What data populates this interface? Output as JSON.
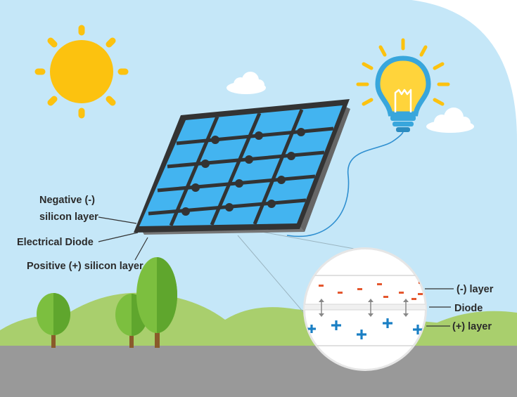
{
  "labels": {
    "negative_line1": "Negative (-)",
    "negative_line2": "silicon layer",
    "diode": "Electrical Diode",
    "positive": "Positive (+) silicon layer"
  },
  "callout": {
    "negative_layer": "(-) layer",
    "diode": "Diode",
    "positive_layer": "(+) layer"
  },
  "colors": {
    "sky": "#c5e7f8",
    "sun": "#fcc20f",
    "panel_cell": "#43b4f0",
    "panel_frame": "#333333",
    "bulb": "#ffd43b",
    "bulb_ring": "#38a6dc",
    "hills": "#a9cf6d",
    "ground": "#999999",
    "negative_charge": "#e4572e",
    "positive_charge": "#1a7fc4"
  },
  "icons": [
    "sun-icon",
    "light-bulb-icon",
    "cloud-icon",
    "tree-icon",
    "solar-panel-icon"
  ]
}
